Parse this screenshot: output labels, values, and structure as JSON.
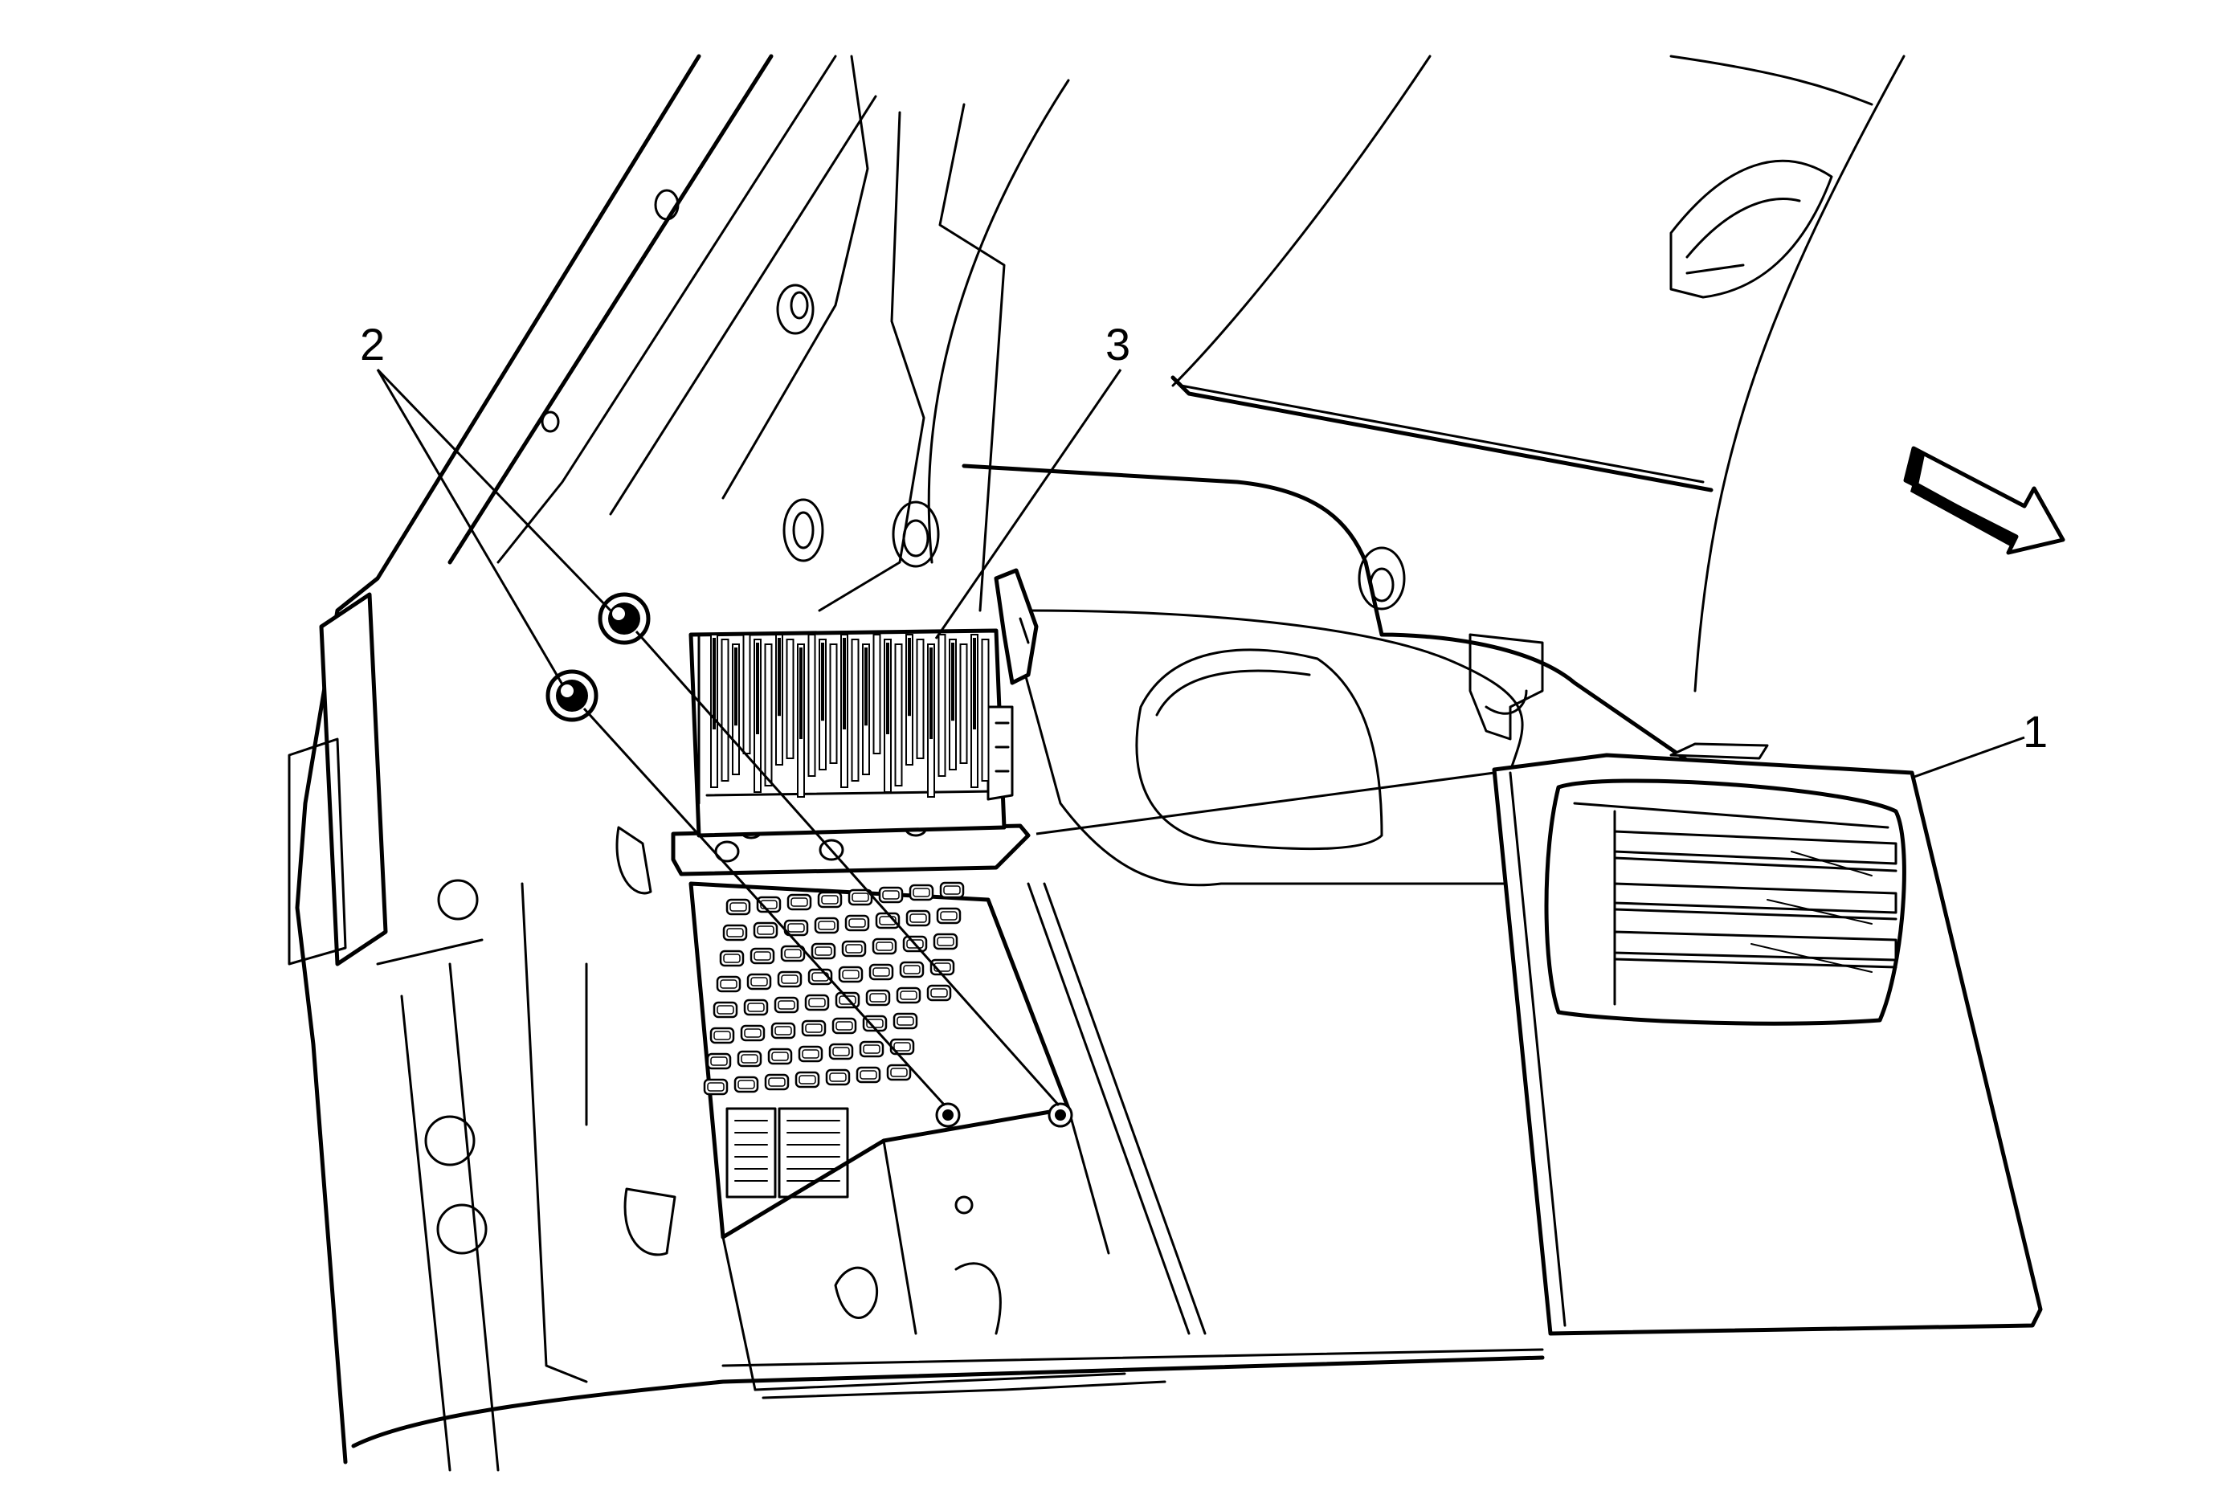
{
  "callouts": {
    "one": "1",
    "two": "2",
    "three": "3"
  },
  "colors": {
    "ink": "#000000",
    "paper": "#ffffff"
  },
  "icons": {
    "direction_arrow": "forward-direction-arrow-icon"
  }
}
